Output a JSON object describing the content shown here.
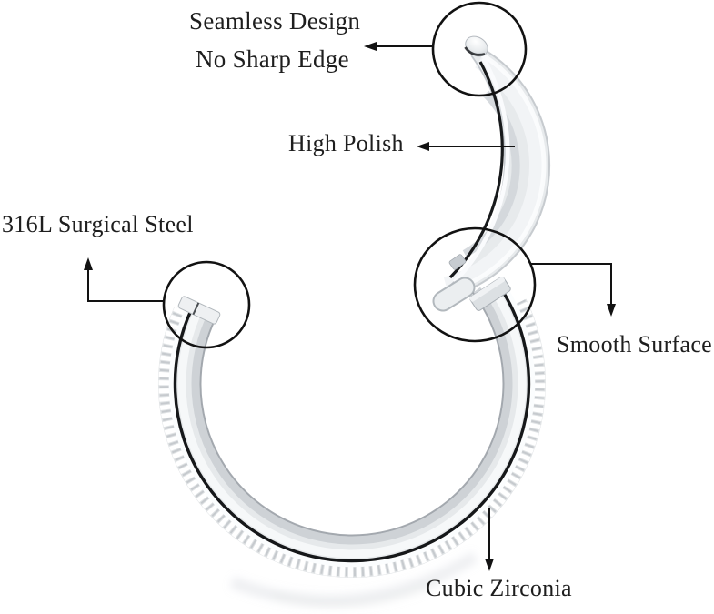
{
  "diagram": {
    "callouts": {
      "seamless": {
        "line1": "Seamless Design",
        "line2": "No Sharp Edge"
      },
      "high_polish": {
        "label": "High Polish"
      },
      "material": {
        "label": "316L Surgical Steel"
      },
      "smooth_surface": {
        "label": "Smooth Surface"
      },
      "cubic_zirconia": {
        "label": "Cubic Zirconia"
      }
    },
    "colors": {
      "background": "#ffffff",
      "text": "#1e1e1e",
      "annotation_line": "#121212",
      "metal_bright": "#f6f8f9",
      "metal_base": "#e6e9eb",
      "metal_shade": "#c9ced2",
      "metal_dark_reflection": "#16181a",
      "gem_base": "#e0e3e5",
      "gem_sparkle": "#ffffff"
    }
  }
}
